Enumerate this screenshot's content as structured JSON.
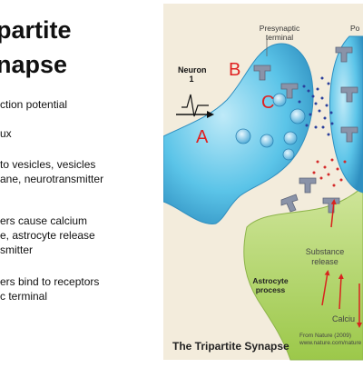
{
  "slide": {
    "title_line1": "partite",
    "title_line2": "napse",
    "bullets": [
      "ction potential",
      "ux",
      "to vesicles, vesicles",
      "ane, neurotransmitter",
      "ers cause calcium",
      "e, astrocyte release",
      "smitter",
      "ers bind to receptors",
      "c terminal"
    ]
  },
  "figure": {
    "presynaptic_label_1": "Presynaptic",
    "presynaptic_label_2": "terminal",
    "postsynaptic_label_partial": "Po",
    "neuron_label": "Neuron",
    "neuron_number": "1",
    "label_a": "A",
    "label_b": "B",
    "label_c": "C",
    "substance_release_1": "Substance",
    "substance_release_2": "release",
    "astrocyte_1": "Astrocyte",
    "astrocyte_2": "process",
    "calcium_partial": "Calciu",
    "caption": "The Tripartite Synapse",
    "source_1": "From Nature (2009)",
    "source_2": "www.nature.com/nature",
    "colors": {
      "presynaptic": "#5bc4e8",
      "astrocyte": "#b5d66a",
      "background": "#f3ecdc",
      "label_red": "#e02020",
      "arrow_red": "#d8231e"
    }
  }
}
